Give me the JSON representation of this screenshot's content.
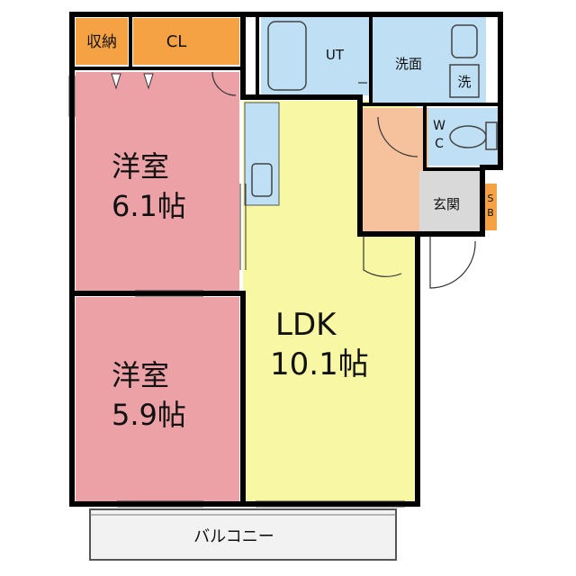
{
  "colors": {
    "room_pink": "#EBA1A5",
    "ldk_yellow": "#F8F8A4",
    "storage_orange": "#F5A245",
    "wet_blue": "#BEDFF4",
    "genkan_gray": "#D9D9D9",
    "hall_peach": "#F6C29E",
    "balcony_fill": "#F2F2F2",
    "wall": "#000000"
  },
  "labels": {
    "storage": "収納",
    "closet": "CL",
    "room1_name": "洋室",
    "room1_size": "6.1帖",
    "room2_name": "洋室",
    "room2_size": "5.9帖",
    "ldk_name": "LDK",
    "ldk_size": "10.1帖",
    "ut": "UT",
    "washroom": "洗面",
    "washer": "洗",
    "wc_w": "W",
    "wc_c": "C",
    "entrance": "玄関",
    "sb_s": "S",
    "sb_b": "B",
    "balcony": "バルコニー"
  }
}
